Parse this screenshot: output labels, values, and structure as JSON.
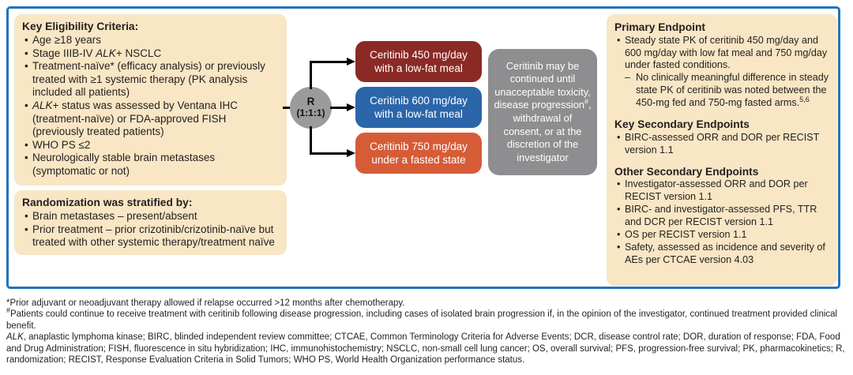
{
  "colors": {
    "frame_border_blue": "#2273ba",
    "panel_beige": "#f8e6c4",
    "arm_450_dark_red": "#8b2a25",
    "arm_600_blue": "#2b66aa",
    "arm_750_orange": "#d65c38",
    "continuation_gray": "#8e8e90",
    "randomization_circle_gray": "#9b9b9d",
    "arm_text_white": "#ffffff",
    "body_text": "#231f20"
  },
  "eligibility": {
    "title": "Key Eligibility Criteria:",
    "b1": "Age ≥18 years",
    "b2_pre": "Stage IIIB-IV ",
    "b2_em": "ALK",
    "b2_post": "+ NSCLC",
    "b3": "Treatment-naïve* (efficacy analysis) or previously treated with ≥1 systemic therapy (PK analysis included all patients)",
    "b4_em": "ALK",
    "b4_post": "+ status was assessed by Ventana IHC (treatment-naïve) or FDA-approved FISH (previously treated patients)",
    "b5": "WHO PS ≤2",
    "b6": "Neurologically stable brain metastases (symptomatic or not)"
  },
  "stratification": {
    "title": "Randomization was stratified by:",
    "b1": "Brain metastases – present/absent",
    "b2": "Prior treatment – prior crizotinib/crizotinib-naïve but treated with other systemic therapy/treatment naïve"
  },
  "randomization": {
    "letter": "R",
    "ratio": "(1:1:1)"
  },
  "arms": {
    "a450_line1": "Ceritinib 450 mg/day",
    "a450_line2": "with a low-fat meal",
    "a600_line1": "Ceritinib 600 mg/day",
    "a600_line2": "with a low-fat meal",
    "a750_line1": "Ceritinib 750 mg/day",
    "a750_line2": "under a fasted state"
  },
  "continuation": {
    "pre": "Ceritinib may be continued until unacceptable toxicity, disease progression",
    "sup": "#",
    "post": ", withdrawal of consent, or at the discretion of the investigator"
  },
  "endpoints": {
    "primary_title": "Primary Endpoint",
    "primary_b1": "Steady state PK of ceritinib 450 mg/day and 600 mg/day with low fat meal and 750 mg/day under fasted conditions.",
    "primary_sub_pre": "No clinically meaningful difference in steady state PK of ceritinib was noted between the 450-mg fed and 750-mg fasted arms.",
    "primary_sub_sup": "5,6",
    "key_secondary_title": "Key Secondary Endpoints",
    "key_secondary_b1": "BIRC-assessed ORR and DOR per RECIST version 1.1",
    "other_title": "Other Secondary Endpoints",
    "other_b1": "Investigator-assessed ORR and DOR per RECIST version 1.1",
    "other_b2": "BIRC- and investigator-assessed PFS, TTR and DCR per RECIST version 1.1",
    "other_b3": "OS per RECIST version 1.1",
    "other_b4": "Safety, assessed as incidence and severity of AEs per CTCAE version 4.03"
  },
  "footnotes": {
    "f1": "*Prior adjuvant or neoadjuvant therapy allowed if relapse occurred >12 months after chemotherapy.",
    "f2_sup": "#",
    "f2": "Patients could continue to receive treatment with ceritinib following disease progression, including cases of isolated brain progression if, in the opinion of the investigator, continued treatment provided clinical benefit.",
    "abbr_em": "ALK",
    "abbr": ", anaplastic lymphoma kinase; BIRC, blinded independent review committee; CTCAE, Common Terminology Criteria for Adverse Events; DCR, disease control rate; DOR, duration of response; FDA, Food and Drug Administration; FISH, fluorescence in situ hybridization; IHC, immunohistochemistry; NSCLC, non-small cell lung cancer; OS, overall survival; PFS, progression-free survival; PK, pharmacokinetics; R, randomization; RECIST, Response Evaluation Criteria in Solid Tumors; WHO PS, World Health Organization performance status."
  }
}
